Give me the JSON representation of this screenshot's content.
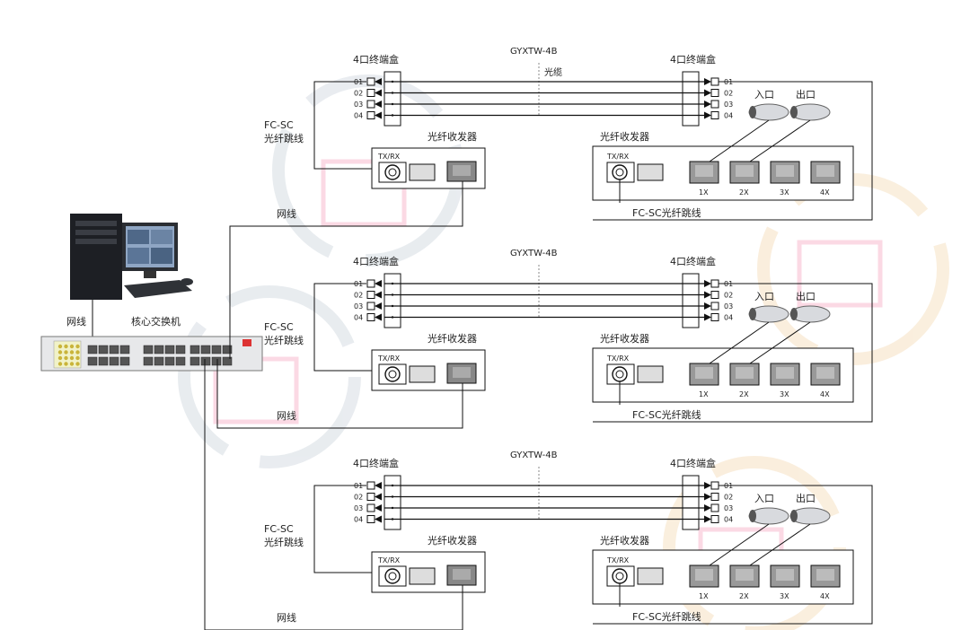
{
  "diagram": {
    "sections": [
      {
        "cable_label": "GYXTW-4B",
        "cable_name": "光缆",
        "left_box_label": "4口终端盒",
        "right_box_label": "4口终端盒",
        "ports": [
          "01",
          "02",
          "03",
          "04"
        ],
        "left_patch_label_line1": "FC-SC",
        "left_patch_label_line2": "光纤跳线",
        "left_transceiver_label": "光纤收发器",
        "left_txrx": "TX/RX",
        "right_transceiver_label": "光纤收发器",
        "right_txrx": "TX/RX",
        "switch_ports": [
          "1X",
          "2X",
          "3X",
          "4X"
        ],
        "right_patch_label": "FC-SC光纤跳线",
        "network_label": "网线",
        "camera_in": "入口",
        "camera_out": "出口"
      },
      {
        "cable_label": "GYXTW-4B",
        "cable_name": "",
        "left_box_label": "4口终端盒",
        "right_box_label": "4口终端盒",
        "ports": [
          "01",
          "02",
          "03",
          "04"
        ],
        "left_patch_label_line1": "FC-SC",
        "left_patch_label_line2": "光纤跳线",
        "left_transceiver_label": "光纤收发器",
        "left_txrx": "TX/RX",
        "right_transceiver_label": "光纤收发器",
        "right_txrx": "TX/RX",
        "switch_ports": [
          "1X",
          "2X",
          "3X",
          "4X"
        ],
        "right_patch_label": "FC-SC光纤跳线",
        "network_label": "网线",
        "camera_in": "入口",
        "camera_out": "出口"
      },
      {
        "cable_label": "GYXTW-4B",
        "cable_name": "",
        "left_box_label": "4口终端盒",
        "right_box_label": "4口终端盒",
        "ports": [
          "01",
          "02",
          "03",
          "04"
        ],
        "left_patch_label_line1": "FC-SC",
        "left_patch_label_line2": "光纤跳线",
        "left_transceiver_label": "光纤收发器",
        "left_txrx": "TX/RX",
        "right_transceiver_label": "光纤收发器",
        "right_txrx": "TX/RX",
        "switch_ports": [
          "1X",
          "2X",
          "3X",
          "4X"
        ],
        "right_patch_label": "FC-SC光纤跳线",
        "network_label": "网线",
        "camera_in": "入口",
        "camera_out": "出口"
      }
    ],
    "core": {
      "pc_network_label": "网线",
      "switch_label": "核心交换机"
    }
  }
}
